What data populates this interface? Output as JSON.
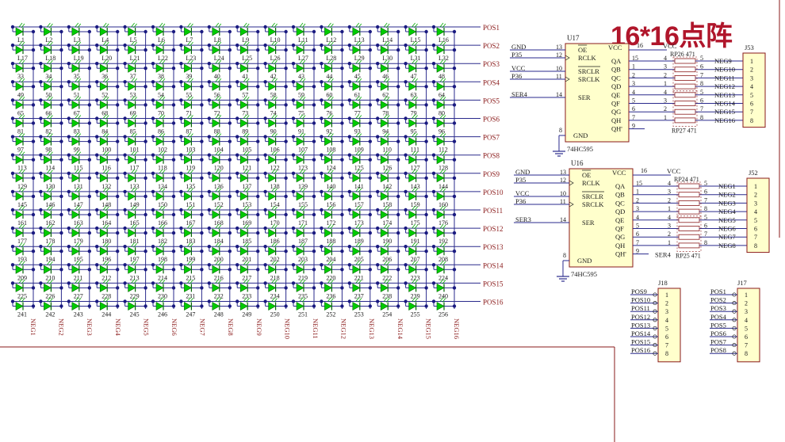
{
  "title": "16*16点阵",
  "matrix": {
    "rows": 16,
    "cols": 16,
    "pos_labels": [
      "POS1",
      "POS2",
      "POS3",
      "POS4",
      "POS5",
      "POS6",
      "POS7",
      "POS8",
      "POS9",
      "POS10",
      "POS11",
      "POS12",
      "POS13",
      "POS14",
      "POS15",
      "POS16"
    ],
    "neg_labels": [
      "NEG1",
      "NEG2",
      "NEG3",
      "NEG4",
      "NEG5",
      "NEG6",
      "NEG7",
      "NEG8",
      "NEG9",
      "NEG10",
      "NEG11",
      "NEG12",
      "NEG13",
      "NEG14",
      "NEG15",
      "NEG16"
    ],
    "led_prefix": "L"
  },
  "chips": [
    {
      "ref": "U17",
      "part": "74HC595",
      "vcc_label": "VCC",
      "vcc_pin": "16",
      "gnd_label": "GND",
      "gnd_pin": "8",
      "inputs": [
        {
          "net": "GND",
          "pin": "13",
          "name": "OE",
          "overbar": true
        },
        {
          "net": "P35",
          "pin": "12",
          "name": "RCLK",
          "overbar": false
        },
        {
          "net": "VCC",
          "pin": "10",
          "name": "SRCLR",
          "overbar": true
        },
        {
          "net": "P36",
          "pin": "11",
          "name": "SRCLK",
          "overbar": false
        },
        {
          "net": "SER4",
          "pin": "14",
          "name": "SER",
          "overbar": false
        }
      ],
      "outputs": [
        {
          "name": "QA",
          "pin": "15"
        },
        {
          "name": "QB",
          "pin": "1"
        },
        {
          "name": "QC",
          "pin": "2"
        },
        {
          "name": "QD",
          "pin": "3"
        },
        {
          "name": "QE",
          "pin": "4"
        },
        {
          "name": "QF",
          "pin": "5"
        },
        {
          "name": "QG",
          "pin": "6"
        },
        {
          "name": "QH",
          "pin": "7"
        },
        {
          "name": "QH'",
          "pin": "9"
        }
      ],
      "rp_top": "RP26 471",
      "rp_bottom": "RP27 471",
      "rp_pins_left": [
        "4",
        "3",
        "2",
        "1",
        "4",
        "3",
        "2",
        "1"
      ],
      "rp_pins_right": [
        "5",
        "6",
        "7",
        "8",
        "5",
        "6",
        "7",
        "8"
      ],
      "nets_out": [
        "NEG9",
        "NEG10",
        "NEG11",
        "NEG12",
        "NEG13",
        "NEG14",
        "NEG15",
        "NEG16"
      ],
      "connector": {
        "ref": "J53",
        "pins": [
          "1",
          "2",
          "3",
          "4",
          "5",
          "6",
          "7",
          "8"
        ]
      },
      "extra_label": ""
    },
    {
      "ref": "U16",
      "part": "74HC595",
      "vcc_label": "VCC",
      "vcc_pin": "16",
      "gnd_label": "GND",
      "gnd_pin": "8",
      "inputs": [
        {
          "net": "GND",
          "pin": "13",
          "name": "OE",
          "overbar": true
        },
        {
          "net": "P35",
          "pin": "12",
          "name": "RCLK",
          "overbar": false
        },
        {
          "net": "VCC",
          "pin": "10",
          "name": "SRCLR",
          "overbar": true
        },
        {
          "net": "P36",
          "pin": "11",
          "name": "SRCLK",
          "overbar": false
        },
        {
          "net": "SER3",
          "pin": "14",
          "name": "SER",
          "overbar": false
        }
      ],
      "outputs": [
        {
          "name": "QA",
          "pin": "15"
        },
        {
          "name": "QB",
          "pin": "1"
        },
        {
          "name": "QC",
          "pin": "2"
        },
        {
          "name": "QD",
          "pin": "3"
        },
        {
          "name": "QE",
          "pin": "4"
        },
        {
          "name": "QF",
          "pin": "5"
        },
        {
          "name": "QG",
          "pin": "6"
        },
        {
          "name": "QH",
          "pin": "7"
        },
        {
          "name": "QH'",
          "pin": "9"
        }
      ],
      "rp_top": "RP24 471",
      "rp_bottom": "RP25 471",
      "rp_pins_left": [
        "4",
        "3",
        "2",
        "1",
        "4",
        "3",
        "2",
        "1"
      ],
      "rp_pins_right": [
        "5",
        "6",
        "7",
        "8",
        "5",
        "6",
        "7",
        "8"
      ],
      "nets_out": [
        "NEG1",
        "NEG2",
        "NEG3",
        "NEG4",
        "NEG5",
        "NEG6",
        "NEG7",
        "NEG8"
      ],
      "connector": {
        "ref": "J52",
        "pins": [
          "1",
          "2",
          "3",
          "4",
          "5",
          "6",
          "7",
          "8"
        ]
      },
      "extra_label": "SER4"
    }
  ],
  "headers": [
    {
      "ref": "J18",
      "nets": [
        "POS9",
        "POS10",
        "POS11",
        "POS12",
        "POS13",
        "POS14",
        "POS15",
        "POS16"
      ],
      "pins": [
        "1",
        "2",
        "3",
        "4",
        "5",
        "6",
        "7",
        "8"
      ]
    },
    {
      "ref": "J17",
      "nets": [
        "POS1",
        "POS2",
        "POS3",
        "POS4",
        "POS5",
        "POS6",
        "POS7",
        "POS8"
      ],
      "pins": [
        "1",
        "2",
        "3",
        "4",
        "5",
        "6",
        "7",
        "8"
      ]
    }
  ],
  "colors": {
    "wire": "#2a2a8c",
    "body": "#8a1a1a",
    "label": "#8a1a1a",
    "text": "#1a1a1a",
    "led_fill": "#00cc00",
    "led_stroke": "#006600",
    "arrow": "#00aa00",
    "junction": "#1a1a80",
    "title": "#b0162b",
    "frame": "#8a1a1a",
    "chip_fill": "#ffffcc"
  }
}
